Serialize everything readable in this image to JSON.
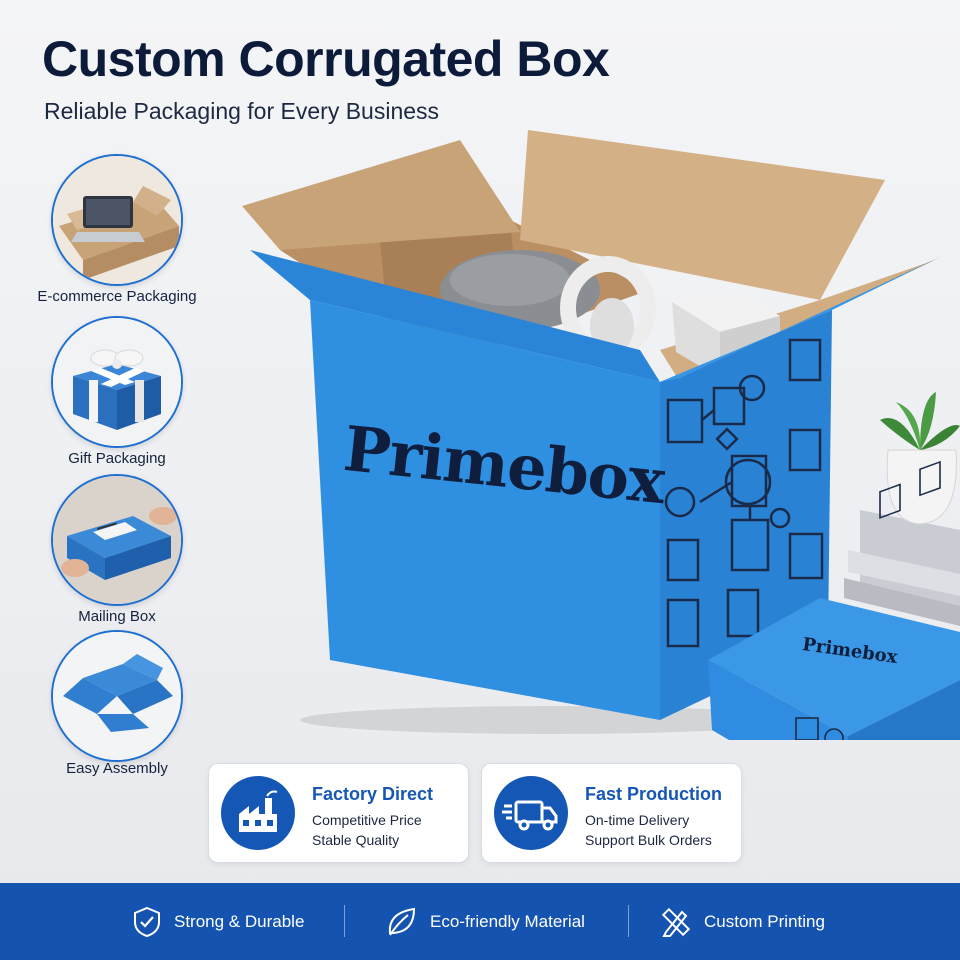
{
  "header": {
    "title": "Custom Corrugated Box",
    "subtitle": "Reliable Packaging for Every Business"
  },
  "features": [
    {
      "label": "E-commerce Packaging",
      "icon": "laptop-in-box-icon"
    },
    {
      "label": "Gift Packaging",
      "icon": "gift-box-icon"
    },
    {
      "label": "Mailing Box",
      "icon": "mailing-box-icon"
    },
    {
      "label": "Easy Assembly",
      "icon": "flat-box-icon"
    }
  ],
  "hero": {
    "brand_large": "Primebox",
    "brand_small": "Primebox"
  },
  "cards": [
    {
      "title": "Factory Direct",
      "lines": [
        "Competitive Price",
        "Stable Quality"
      ],
      "icon": "factory-icon"
    },
    {
      "title": "Fast Production",
      "lines": [
        "On-time Delivery",
        "Support Bulk Orders"
      ],
      "icon": "delivery-truck-icon"
    }
  ],
  "footer": {
    "items": [
      {
        "label": "Strong & Durable",
        "icon": "shield-check-icon"
      },
      {
        "label": "Eco-friendly Material",
        "icon": "leaf-icon"
      },
      {
        "label": "Custom Printing",
        "icon": "pencil-ruler-icon"
      }
    ]
  },
  "colors": {
    "brand_blue": "#1557b5",
    "box_blue": "#2f8fe0",
    "cardboard": "#c9a378",
    "dark_text": "#0d1b3a"
  }
}
